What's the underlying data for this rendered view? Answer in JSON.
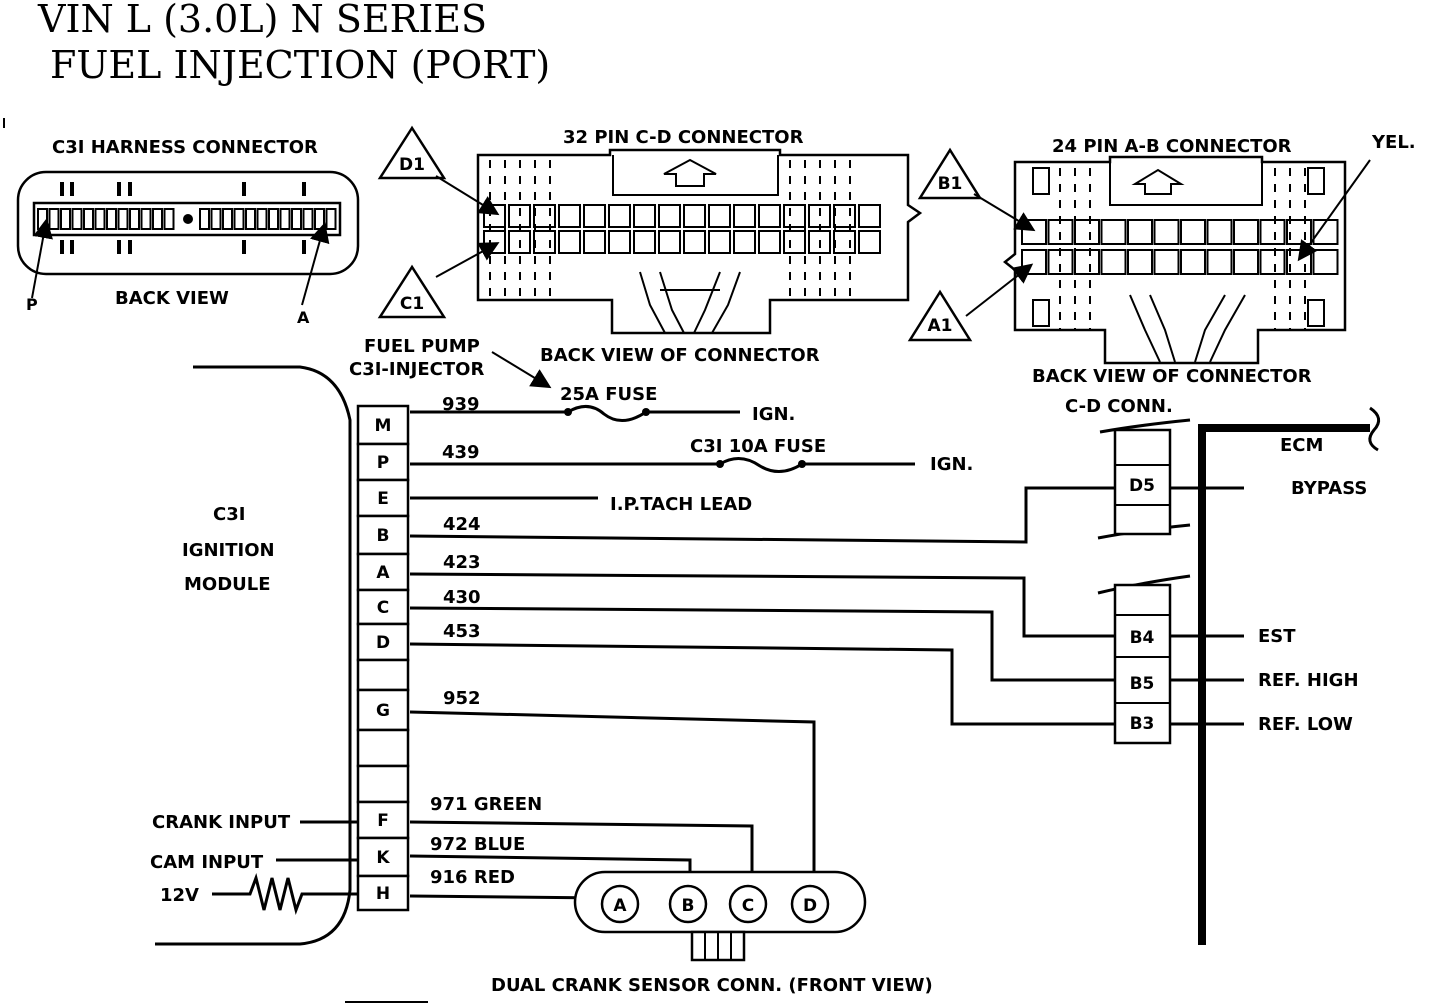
{
  "title": {
    "line1": "VIN L (3.0L) N SERIES",
    "line2": "FUEL INJECTION (PORT)"
  },
  "harness_connector": {
    "title": "C3I HARNESS CONNECTOR",
    "view": "BACK VIEW",
    "pin_left": "P",
    "pin_right": "A"
  },
  "connector_32": {
    "title": "32 PIN C-D  CONNECTOR",
    "view": "BACK VIEW OF CONNECTOR",
    "tag_top": "D1",
    "tag_bottom": "C1"
  },
  "connector_24": {
    "title": "24 PIN A-B  CONNECTOR",
    "view": "BACK VIEW OF CONNECTOR",
    "tag_top": "B1",
    "tag_bottom": "A1",
    "wire_color": "YEL."
  },
  "module": {
    "name_line1": "C3I",
    "name_line2": "IGNITION",
    "name_line3": "MODULE",
    "fuel_pump_line1": "FUEL PUMP",
    "fuel_pump_line2": "C3I-INJECTOR",
    "pins": [
      "M",
      "P",
      "E",
      "B",
      "A",
      "C",
      "D",
      "",
      "G",
      "",
      "",
      "F",
      "K",
      "H"
    ],
    "inputs": {
      "crank": "CRANK  INPUT",
      "cam": "CAM  INPUT",
      "volt": "12V"
    }
  },
  "wires": {
    "w939": "939",
    "w439": "439",
    "w424": "424",
    "w423": "423",
    "w430": "430",
    "w453": "453",
    "w952": "952",
    "w971": "971 GREEN",
    "w972": "972 BLUE",
    "w916": "916 RED"
  },
  "fuses": {
    "fuse25": "25A FUSE",
    "fuse10": "C3I 10A FUSE",
    "ign1": "IGN.",
    "ign2": "IGN.",
    "tach": "I.P.TACH LEAD"
  },
  "ecm": {
    "conn_label": "C-D CONN.",
    "ecm": "ECM",
    "bypass": "BYPASS",
    "d5": "D5",
    "b4": "B4",
    "b5": "B5",
    "b3": "B3",
    "est": "EST",
    "ref_high": "REF. HIGH",
    "ref_low": "REF. LOW"
  },
  "crank_sensor": {
    "pins": [
      "A",
      "B",
      "C",
      "D"
    ],
    "label": "DUAL CRANK SENSOR CONN. (FRONT VIEW)"
  }
}
